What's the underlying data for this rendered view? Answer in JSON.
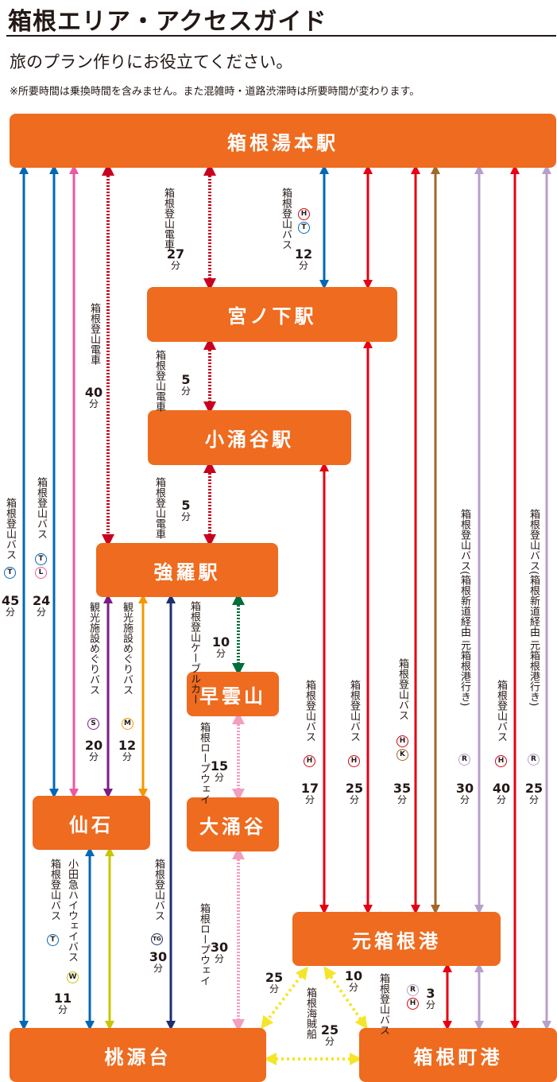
{
  "header": {
    "title": "箱根エリア・アクセスガイド",
    "subtitle": "旅のプラン作りにお役立てください。",
    "note": "※所要時間は乗換時間を含みません。また混雑時・道路渋滞時は所要時間が変わります。"
  },
  "stations": {
    "yumoto": "箱根湯本駅",
    "miyanoshita": "宮ノ下駅",
    "kowakidani": "小涌谷駅",
    "gora": "強羅駅",
    "sounzan": "早雲山",
    "owakudani": "大涌谷",
    "sengoku": "仙石",
    "motohakone": "元箱根港",
    "togendai": "桃源台",
    "hakonemachi": "箱根町港"
  },
  "labels": {
    "tozan_train": "箱根登山電車",
    "tozan_train_split": "箱根登山電車",
    "tozan_bus": "箱根登山バス",
    "kanko_bus": "観光施設めぐりバス",
    "cable": "箱根登山ケーブルカー",
    "ropeway": "箱根ロープウェイ",
    "odakyu_bus": "小田急ハイウェイバス",
    "kaizoku": "箱根海賊船",
    "shindo_bus": "箱根登山バス(箱根新道経由 元箱根港行き)"
  },
  "times": {
    "y_t45": "45",
    "y_tl24": "24",
    "y_g40": "40",
    "y_m27": "27",
    "y_m12": "12",
    "m_k5": "5",
    "k_g5": "5",
    "g_s10": "10",
    "s_o15": "15",
    "o_t30": "30",
    "g_sen20": "20",
    "g_sen12": "12",
    "sen_t11": "11",
    "g_t30": "30",
    "k_mh17": "17",
    "m_mh25": "25",
    "y_mh35": "35",
    "y_hm30": "30",
    "y_hm40": "40",
    "y_hm25": "25",
    "mh_t25": "25",
    "hm_mh10": "10",
    "t_hm25": "25",
    "mh_hm3": "3",
    "unit": "分"
  },
  "badges": {
    "T": "T",
    "L": "L",
    "H": "H",
    "K": "K",
    "R": "R",
    "S": "S",
    "M": "M",
    "W": "W",
    "TG": "TG"
  },
  "colors": {
    "station": "#ee6b1f",
    "red": "#e60012",
    "darkred": "#c8001e",
    "blue": "#0068b7",
    "navy": "#1d2f6f",
    "pink": "#ea5aa0",
    "purple": "#7b1c86",
    "orange": "#f39800",
    "green": "#006f3c",
    "lightpink": "#f19ec2",
    "olive": "#c9c400",
    "brown": "#a0672a",
    "lavender": "#b79fcb",
    "yellow": "#f5e52a"
  }
}
